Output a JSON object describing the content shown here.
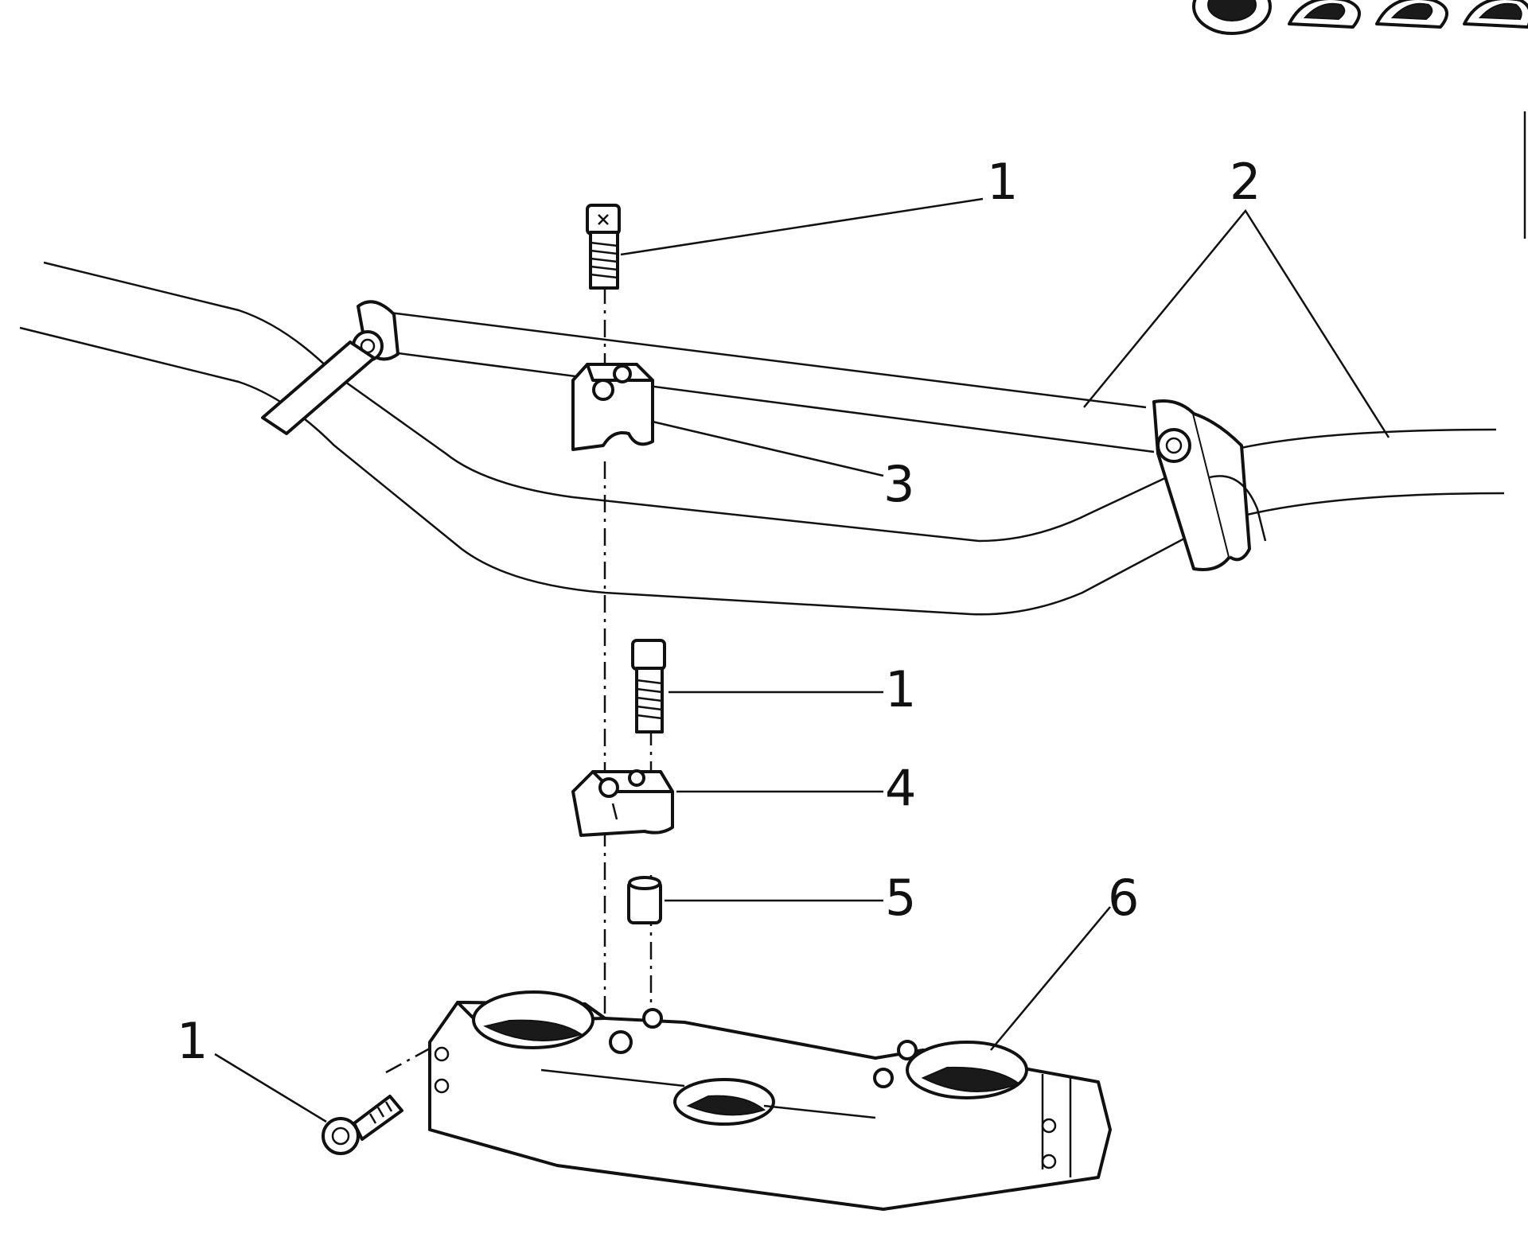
{
  "diagram": {
    "callouts": [
      {
        "key": "bolt-top",
        "label": "1"
      },
      {
        "key": "handlebar",
        "label": "2"
      },
      {
        "key": "clamp-upper",
        "label": "3"
      },
      {
        "key": "bolt-middle",
        "label": "1"
      },
      {
        "key": "clamp-lower",
        "label": "4"
      },
      {
        "key": "bushing",
        "label": "5"
      },
      {
        "key": "triple-clamp",
        "label": "6"
      },
      {
        "key": "bolt-side",
        "label": "1"
      }
    ]
  }
}
